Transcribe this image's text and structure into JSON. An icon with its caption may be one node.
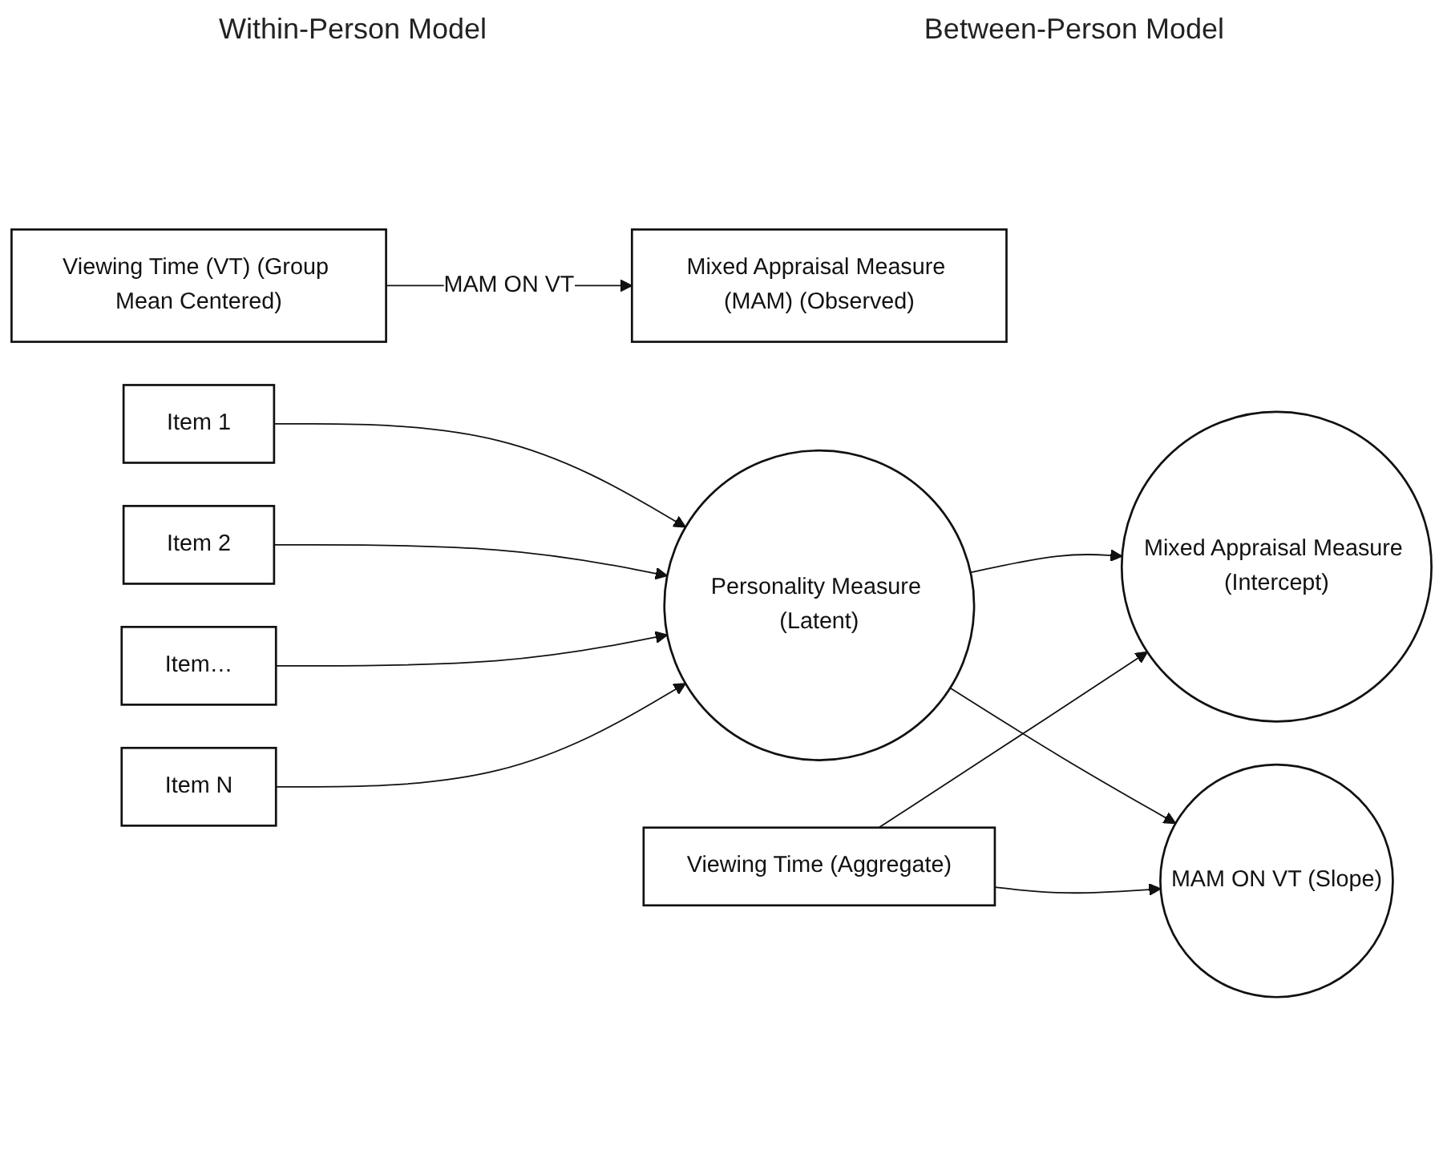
{
  "diagram": {
    "nodes": [
      {
        "text": [
          "Viewing Time (VT) (Group Mean Centered)"
        ]
      },
      {
        "text": [
          "Mixed Appraisal Measure (MAM) (Observed)"
        ]
      },
      {
        "text": [
          "Item 1"
        ]
      },
      {
        "text": [
          "Item 2"
        ]
      },
      {
        "text": [
          "Item…"
        ]
      },
      {
        "text": [
          "Item N"
        ]
      },
      {
        "text": [
          "Personality Measure (Latent)"
        ]
      },
      {
        "text": [
          "Viewing Time (Aggregate)"
        ]
      },
      {
        "text": [
          "Mixed Appraisal Measure (Intercept)"
        ]
      },
      {
        "text": [
          "MAM ON VT (Slope)"
        ]
      }
    ],
    "edges": [
      {
        "from": 0,
        "to": 1,
        "arrow": "to",
        "label": "MAM ON VT"
      },
      {
        "from": 2,
        "to": 6,
        "arrow": "to"
      },
      {
        "from": 3,
        "to": 6,
        "arrow": "to"
      },
      {
        "from": 4,
        "to": 6,
        "arrow": "to"
      },
      {
        "from": 5,
        "to": 6,
        "arrow": "to"
      },
      {
        "from": 6,
        "to": 8,
        "arrow": "to"
      },
      {
        "from": 6,
        "to": 9,
        "arrow": "to"
      },
      {
        "from": 7,
        "to": 8,
        "arrow": "to"
      },
      {
        "from": 7,
        "to": 9,
        "arrow": "to"
      }
    ],
    "labels": [
      "Within-Person Model",
      "Between-Person Model"
    ]
  }
}
